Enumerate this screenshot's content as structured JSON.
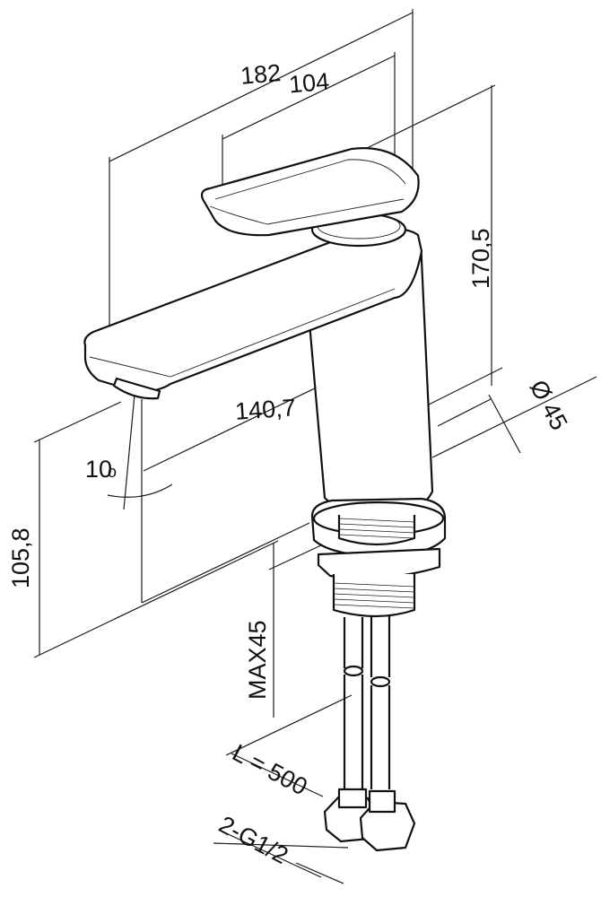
{
  "dimensions": {
    "overall_length": "182",
    "handle_length": "104",
    "height": "170,5",
    "base_diameter": "Ø 45",
    "spout_reach": "140,7",
    "spout_angle": "10",
    "spout_height": "105,8",
    "max_thickness": "MAX45",
    "hose_length": "L = 500",
    "connection": "2-G1/2"
  }
}
